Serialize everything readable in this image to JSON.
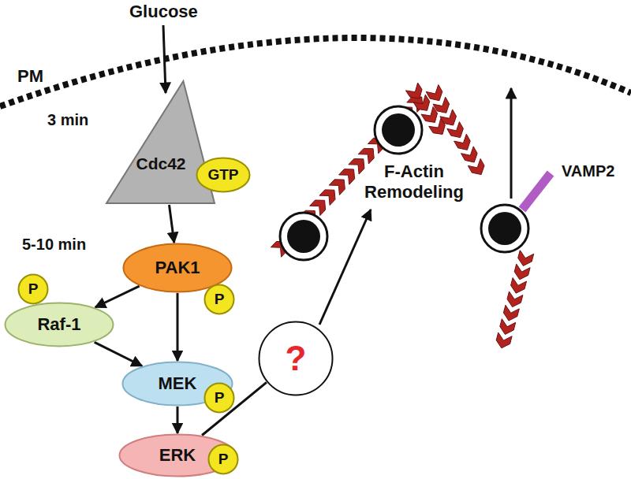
{
  "diagram": {
    "nodes": [
      {
        "text": [
          "Cdc42"
        ]
      },
      {
        "text": [
          "GTP"
        ]
      },
      {
        "text": [
          "PAK1"
        ]
      },
      {
        "text": [
          "P"
        ]
      },
      {
        "text": [
          "P"
        ]
      },
      {
        "text": [
          "Raf-1"
        ]
      },
      {
        "text": [
          "MEK"
        ]
      },
      {
        "text": [
          "P"
        ]
      },
      {
        "text": [
          "ERK"
        ]
      },
      {
        "text": [
          "P"
        ]
      },
      {
        "text": [
          "?"
        ]
      }
    ],
    "edges": [
      {
        "from": 0,
        "to": 2,
        "arrow": "to"
      },
      {
        "from": 2,
        "to": 5,
        "arrow": "to"
      },
      {
        "from": 2,
        "to": 6,
        "arrow": "to"
      },
      {
        "from": 5,
        "to": 6,
        "arrow": "to"
      },
      {
        "from": 6,
        "to": 8,
        "arrow": "to"
      },
      {
        "from": 8,
        "to": 10,
        "arrow": "none"
      }
    ],
    "labels": [
      "PM",
      "Glucose",
      "3 min",
      "5-10 min",
      "F-Actin Remodeling",
      "VAMP2"
    ]
  }
}
